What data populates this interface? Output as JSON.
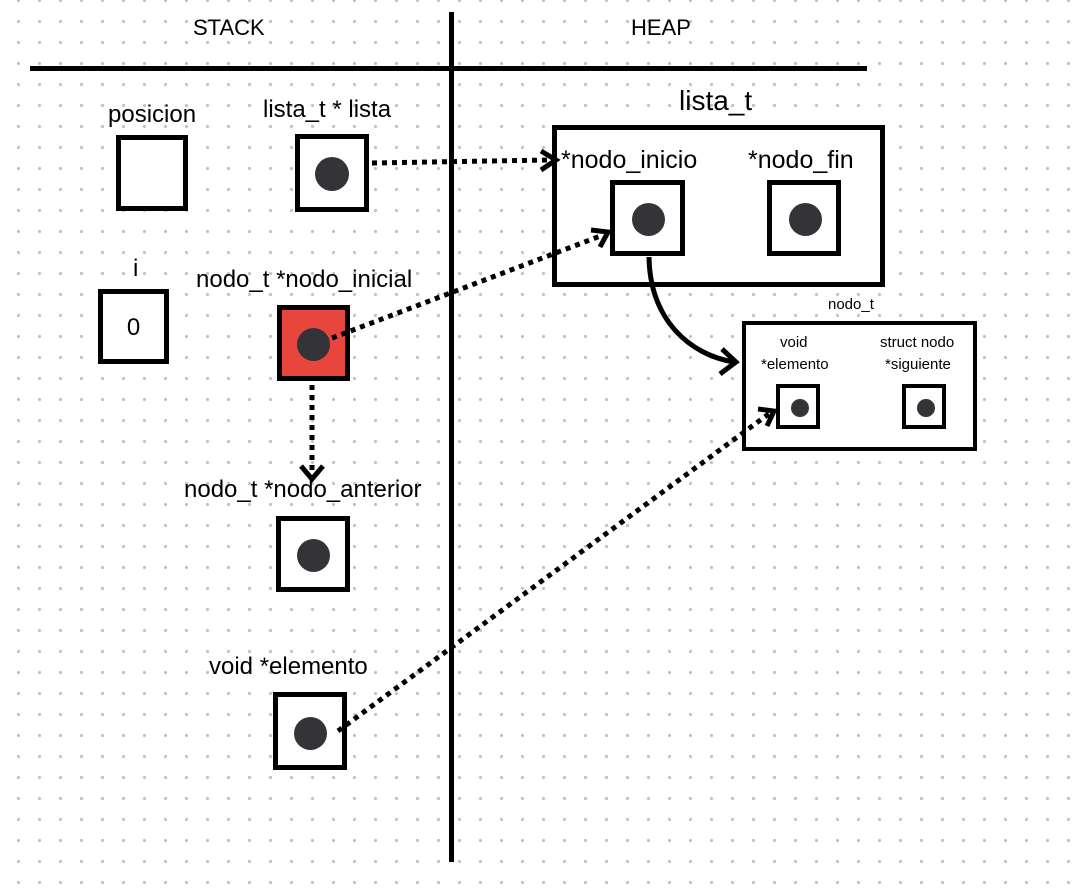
{
  "headers": {
    "stack": "STACK",
    "heap": "HEAP"
  },
  "stack": {
    "posicion": {
      "label": "posicion"
    },
    "lista": {
      "label": "lista_t * lista"
    },
    "i": {
      "label": "i",
      "value": "0"
    },
    "nodo_inicial": {
      "label": "nodo_t *nodo_inicial",
      "highlight_color": "#e8463c"
    },
    "nodo_anterior": {
      "label": "nodo_t *nodo_anterior"
    },
    "elemento": {
      "label": "void *elemento"
    }
  },
  "heap": {
    "lista_t": {
      "title": "lista_t",
      "nodo_inicio": {
        "label": "*nodo_inicio"
      },
      "nodo_fin": {
        "label": "*nodo_fin"
      }
    },
    "nodo_t": {
      "title": "nodo_t",
      "elemento": {
        "label_line1": "void",
        "label_line2": "*elemento"
      },
      "siguiente": {
        "label_line1": "struct nodo",
        "label_line2": "*siguiente"
      }
    }
  },
  "colors": {
    "pointer_dot": "#333338",
    "lines": "#000000",
    "highlight": "#e8463c"
  },
  "icons": [
    "pointer-dot",
    "dotted-arrow",
    "curved-arrow"
  ]
}
